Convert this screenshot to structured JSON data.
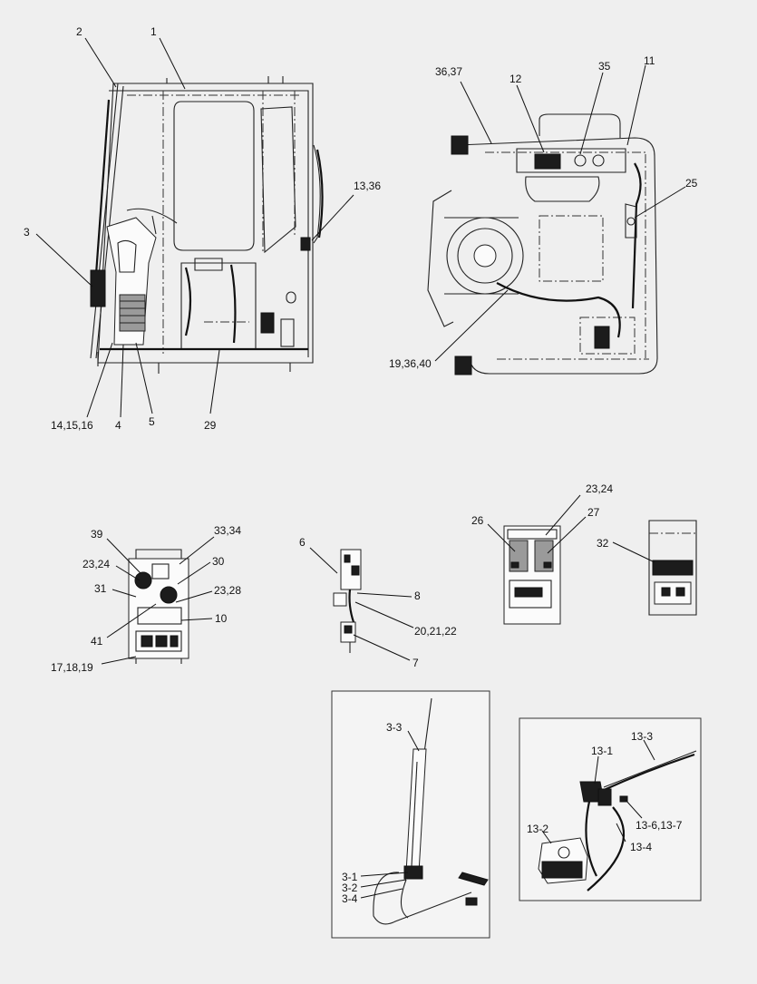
{
  "callouts": {
    "cab_side": [
      "2",
      "1",
      "3",
      "13,36",
      "14,15,16",
      "4",
      "5",
      "29"
    ],
    "cab_top": [
      "36,37",
      "12",
      "35",
      "11",
      "25",
      "19,36,40"
    ],
    "fuse_panel": [
      "39",
      "33,34",
      "23,24",
      "30",
      "31",
      "23,28",
      "10",
      "41",
      "17,18,19"
    ],
    "switch_unit": [
      "6",
      "8",
      "20,21,22",
      "7"
    ],
    "relay_panel": [
      "23,24",
      "26",
      "27"
    ],
    "fuse_block": [
      "32"
    ],
    "wiper_detail": [
      "3-3",
      "3-1",
      "3-2",
      "3-4"
    ],
    "washer_detail": [
      "13-3",
      "13-1",
      "13-6,13-7",
      "13-2",
      "13-4"
    ]
  },
  "colors": {
    "background": "#efefef",
    "line": "#222222",
    "frame": "#333333"
  }
}
